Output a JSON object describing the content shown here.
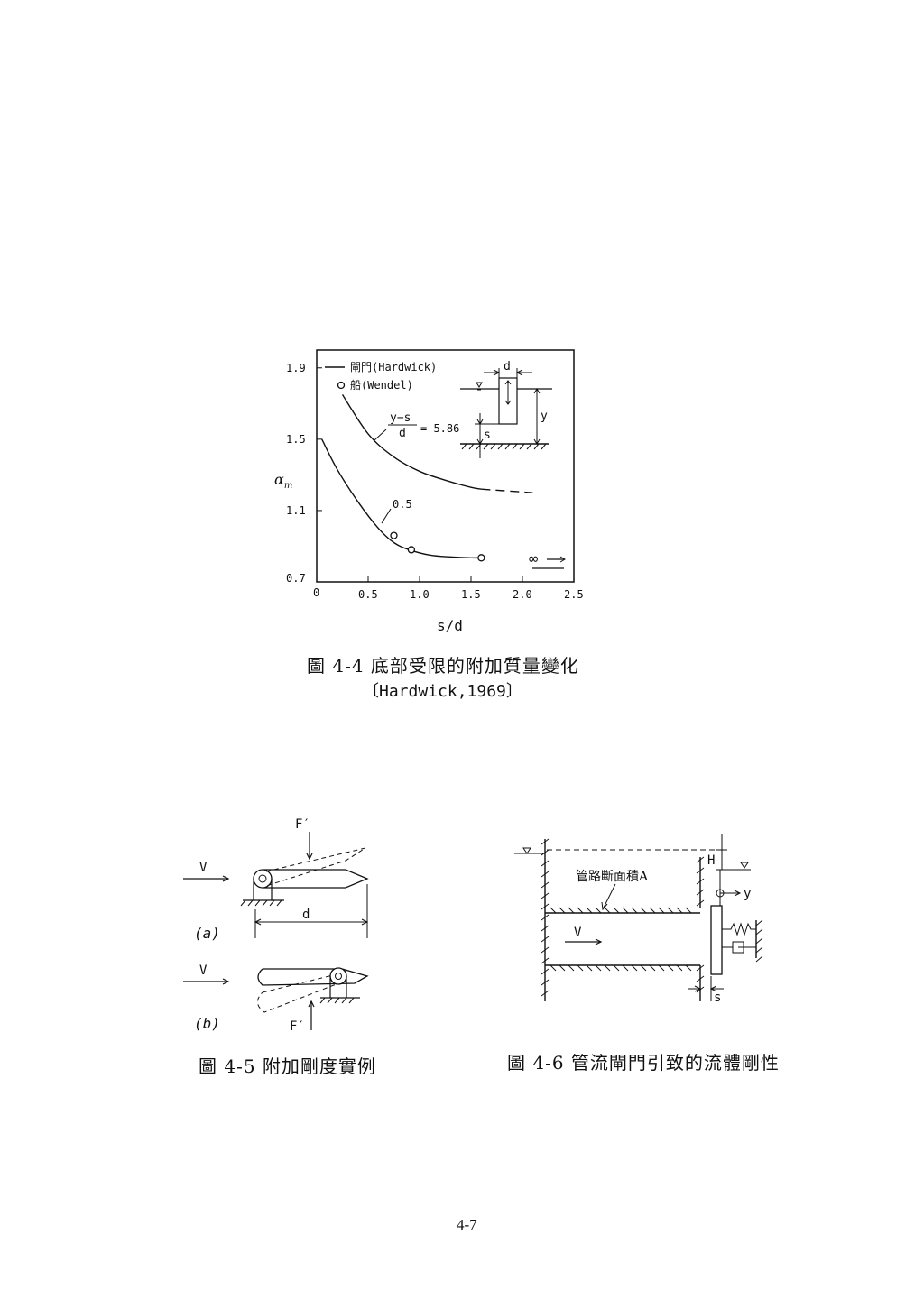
{
  "figure_4_4": {
    "caption": "圖 4-4 底部受限的附加質量變化",
    "citation": "〔Hardwick,1969〕",
    "legend_line": "閘門(Hardwick)",
    "legend_circle": "船(Wendel)",
    "inset_d": "d",
    "inset_s": "s",
    "inset_y": "y",
    "ratio_top": "y−s",
    "ratio_bottom": "d",
    "ratio_value": "= 5.86",
    "curve_label_low": "0.5",
    "infinity_label": "∞",
    "y_axis_label": "α",
    "y_axis_sub": "m",
    "x_axis_label": "s/d",
    "chart_data": {
      "type": "line",
      "xlabel": "s/d",
      "ylabel": "αm",
      "xlim": [
        0,
        2.5
      ],
      "ylim": [
        0.7,
        2.0
      ],
      "x_ticks": [
        "0",
        "0.5",
        "1.0",
        "1.5",
        "2.0",
        "2.5"
      ],
      "y_ticks": [
        "0.7",
        "1.1",
        "1.5",
        "1.9"
      ],
      "legend": [
        "閘門(Hardwick)",
        "船(Wendel)"
      ],
      "series": [
        {
          "name": "閘門(Hardwick)",
          "label": "5.86",
          "x": [
            0.25,
            0.5,
            0.75,
            1.0,
            1.25,
            1.5,
            1.6
          ],
          "y": [
            1.75,
            1.53,
            1.4,
            1.32,
            1.27,
            1.23,
            1.22
          ],
          "dashed_x": [
            1.6,
            2.1
          ],
          "dashed_y": [
            1.22,
            1.2
          ]
        },
        {
          "name": "閘門(Hardwick)",
          "label": "0.5",
          "x": [
            0.05,
            0.2,
            0.4,
            0.6,
            0.75,
            0.9,
            1.1,
            1.3,
            1.5,
            1.6
          ],
          "y": [
            1.5,
            1.33,
            1.15,
            1.0,
            0.92,
            0.88,
            0.85,
            0.84,
            0.835,
            0.835
          ]
        },
        {
          "name": "船(Wendel)",
          "marker": "circle",
          "x": [
            0.75,
            0.92,
            1.6
          ],
          "y": [
            0.96,
            0.88,
            0.835
          ]
        }
      ]
    }
  },
  "figure_4_5": {
    "caption": "圖 4-5 附加剛度實例",
    "label_a": "(a)",
    "label_b": "(b)",
    "v_a": "V",
    "v_b": "V",
    "f_prime_top": "F′",
    "f_prime_bottom": "F′",
    "dim_d": "d"
  },
  "figure_4_6": {
    "caption": "圖 4-6 管流閘門引致的流體剛性",
    "pipe_area_label": "管路斷面積A",
    "velocity_label": "V",
    "head_label": "H",
    "y_label": "y",
    "s_label": "s"
  },
  "page": {
    "number": "4-7"
  }
}
